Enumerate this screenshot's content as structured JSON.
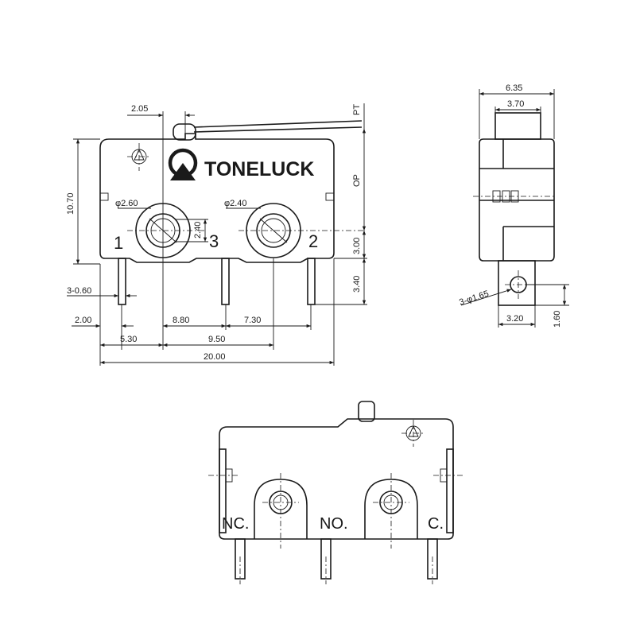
{
  "brand": {
    "name": "TONELUCK"
  },
  "front_view": {
    "pins": [
      "1",
      "3",
      "2"
    ],
    "dimensions": {
      "pretravel_offset": "2.05",
      "pt": "PT",
      "op": "OP",
      "height": "10.70",
      "hole_left": "φ2.60",
      "hole_right": "φ2.40",
      "hole_vertical": "2.40",
      "hole_to_base": "3.00",
      "pin_length": "3.40",
      "pin_width": "3-0.60",
      "pin1_to_edge": "2.00",
      "pin1_to_hole": "5.30",
      "pin_spacing_left": "8.80",
      "hole_spacing": "9.50",
      "pin_spacing_right": "7.30",
      "overall_length": "20.00"
    }
  },
  "side_view": {
    "dimensions": {
      "overall_width": "6.35",
      "actuator_width": "3.70",
      "terminal_hole": "3-φ1.65",
      "terminal_width": "3.20",
      "terminal_hole_height": "1.60"
    }
  },
  "back_view": {
    "terminals": [
      "NC.",
      "NO.",
      "C."
    ]
  }
}
